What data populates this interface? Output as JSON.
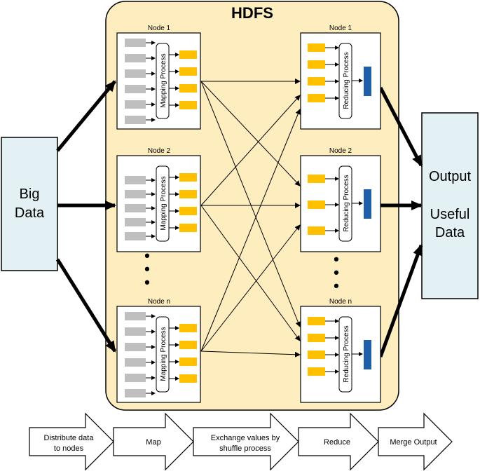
{
  "hdfs": {
    "title": "HDFS"
  },
  "input": {
    "line1": "Big",
    "line2": "Data"
  },
  "output": {
    "line1": "Output",
    "line2": "Useful",
    "line3": "Data"
  },
  "map_nodes": [
    {
      "label": "Node 1",
      "process": "Mapping Process"
    },
    {
      "label": "Node 2",
      "process": "Mapping Process"
    },
    {
      "label": "Node n",
      "process": "Mapping Process"
    }
  ],
  "reduce_nodes": [
    {
      "label": "Node 1",
      "process": "Reducing Process"
    },
    {
      "label": "Node 2",
      "process": "Reducing Process"
    },
    {
      "label": "Node n",
      "process": "Reducing Process"
    }
  ],
  "ellipsis_dots": "•",
  "flow_steps": [
    {
      "line1": "Distribute data",
      "line2": "to nodes"
    },
    {
      "line1": "Map",
      "line2": ""
    },
    {
      "line1": "Exchange values by",
      "line2": "shuffle process"
    },
    {
      "line1": "Reduce",
      "line2": ""
    },
    {
      "line1": "Merge Output",
      "line2": ""
    }
  ],
  "colors": {
    "hdfs_fill": "#fdedbf",
    "data_box_fill": "#e3f1f4",
    "gray_block": "#bfbfbf",
    "yellow_block": "#ffc000",
    "blue_block": "#1f5fa8"
  }
}
